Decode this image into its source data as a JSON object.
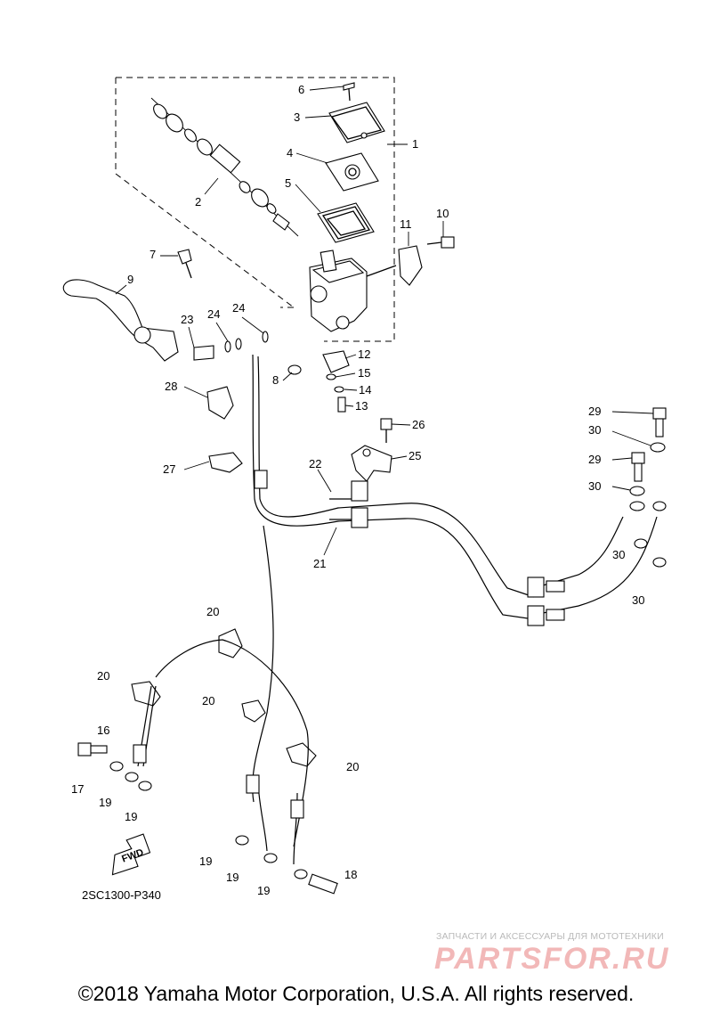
{
  "diagram": {
    "code": "2SC1300-P340",
    "copyright": "©2018 Yamaha Motor Corporation, U.S.A. All rights reserved.",
    "fwd_label": "FWD",
    "watermark": {
      "caption": "ЗАПЧАСТИ И АКСЕССУАРЫ ДЛЯ МОТОТЕХНИКИ",
      "logo": "PARTSFOR.RU"
    },
    "callouts": [
      "1",
      "2",
      "3",
      "4",
      "5",
      "6",
      "7",
      "8",
      "9",
      "10",
      "11",
      "12",
      "13",
      "14",
      "15",
      "16",
      "17",
      "18",
      "19",
      "19",
      "19",
      "19",
      "19",
      "20",
      "20",
      "20",
      "20",
      "21",
      "22",
      "23",
      "24",
      "24",
      "25",
      "26",
      "27",
      "28",
      "29",
      "29",
      "30",
      "30",
      "30",
      "30"
    ]
  }
}
